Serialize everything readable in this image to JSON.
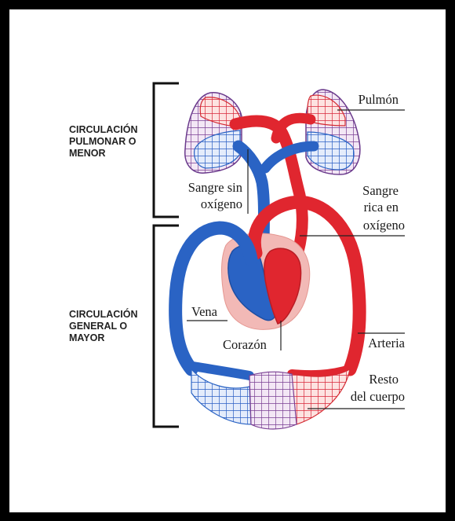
{
  "sections": {
    "pulmonary": [
      "CIRCULACIÓN",
      "PULMONAR O",
      "MENOR"
    ],
    "systemic": [
      "CIRCULACIÓN",
      "GENERAL O",
      "MAYOR"
    ]
  },
  "labels": {
    "lung": "Pulmón",
    "deoxygenated": [
      "Sangre sin",
      "oxígeno"
    ],
    "oxygenated": [
      "Sangre",
      "rica en",
      "oxígeno"
    ],
    "vein": "Vena",
    "heart": "Corazón",
    "artery": "Arteria",
    "rest_of_body": [
      "Resto",
      "del cuerpo"
    ]
  },
  "colors": {
    "oxygenated_blood": "#e0262f",
    "deoxygenated_blood": "#2a63c4",
    "mixed_capillaries": "#7a3f93",
    "pericardium": "#f2b9b6",
    "frame": "#000000"
  }
}
